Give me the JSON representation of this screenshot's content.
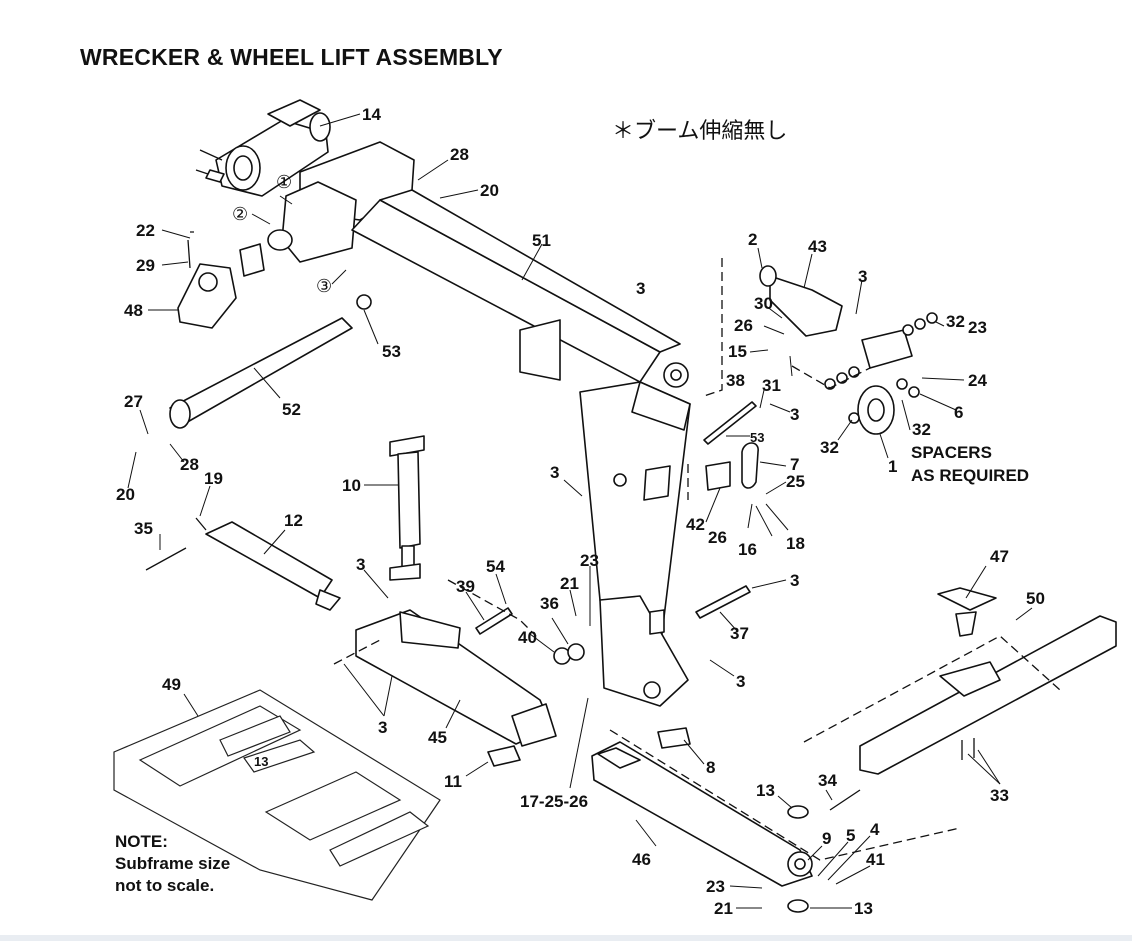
{
  "title": "WRECKER & WHEEL LIFT ASSEMBLY",
  "annotation_jp": "＊ブーム伸縮無し",
  "note": [
    "NOTE:",
    "Subframe size",
    "not to scale."
  ],
  "spacers_note": [
    "SPACERS",
    "AS REQUIRED"
  ],
  "circled_labels": [
    "①",
    "②",
    "③"
  ],
  "part_numbers": {
    "p14": "14",
    "p28a": "28",
    "p20a": "20",
    "p22": "22",
    "p29": "29",
    "p48": "48",
    "p51": "51",
    "p53a": "53",
    "p52": "52",
    "p27": "27",
    "p28b": "28",
    "p20b": "20",
    "p2": "2",
    "p43": "43",
    "p3a": "3",
    "p30": "30",
    "p26a": "26",
    "p15": "15",
    "p31": "31",
    "p32a": "32",
    "p23a": "23",
    "p24": "24",
    "p6": "6",
    "p32b": "32",
    "p32c": "32",
    "p1": "1",
    "p3b": "3",
    "p38": "38",
    "p3c": "3",
    "p53b": "53",
    "p19": "19",
    "p35": "35",
    "p12": "12",
    "p10": "10",
    "p3d": "3",
    "p7": "7",
    "p25a": "25",
    "p42": "42",
    "p26b": "26",
    "p16": "16",
    "p18": "18",
    "p3e": "3",
    "p23b": "23",
    "p21a": "21",
    "p39": "39",
    "p54": "54",
    "p36": "36",
    "p40": "40",
    "p3f": "3",
    "p37": "37",
    "p3g": "3",
    "p3h": "3",
    "p45": "45",
    "p11": "11",
    "p17": "17-25-26",
    "p47": "47",
    "p50": "50",
    "p49": "49",
    "p8": "8",
    "p13a": "13",
    "p34": "34",
    "p33": "33",
    "p9": "9",
    "p5": "5",
    "p4": "4",
    "p41": "41",
    "p46": "46",
    "p23c": "23",
    "p21b": "21",
    "p13b": "13",
    "p13c": "13"
  }
}
